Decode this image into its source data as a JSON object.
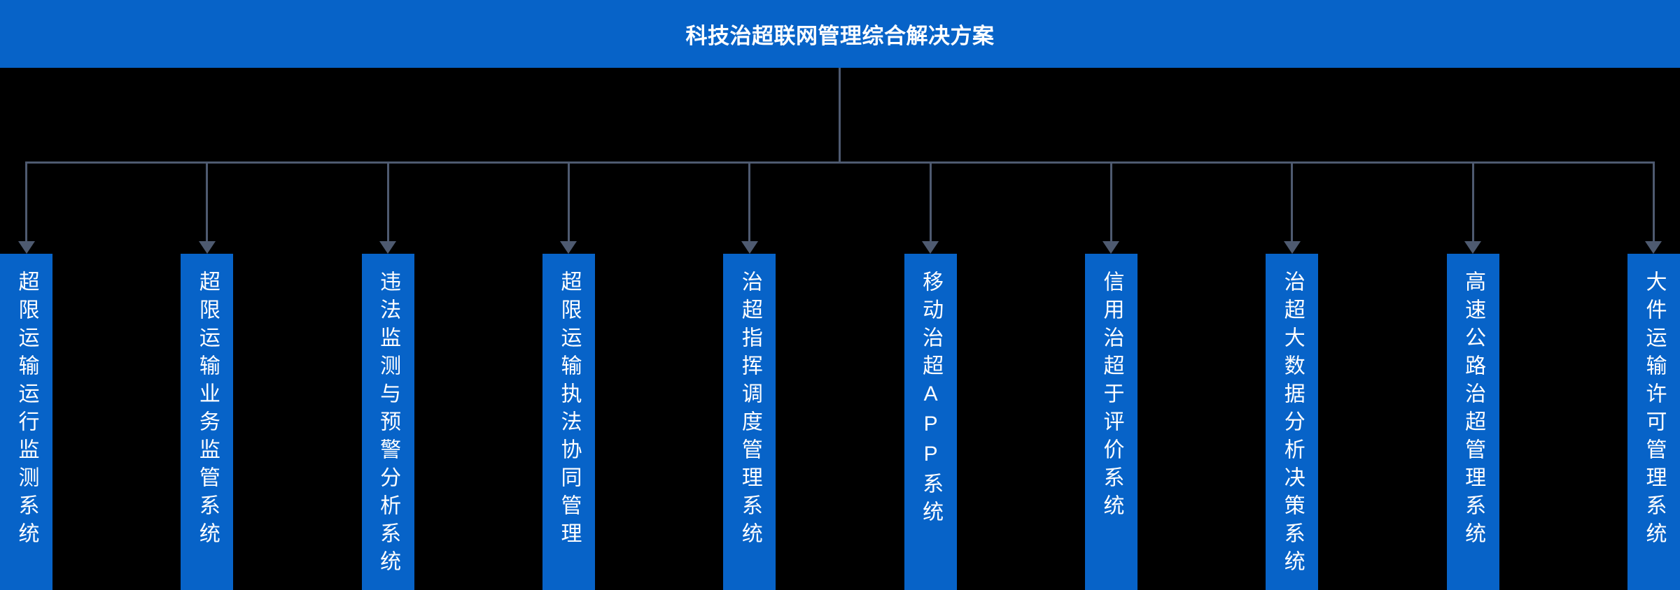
{
  "title": "科技治超联网管理综合解决方案",
  "colors": {
    "background": "#000000",
    "blue": "#0763c8",
    "connector": "#4e5a70",
    "text": "#ffffff"
  },
  "systems": [
    {
      "label": "超限运输运行监测系统"
    },
    {
      "label": "超限运输业务监管系统"
    },
    {
      "label": "违法监测与预警分析系统"
    },
    {
      "label": "超限运输执法协同管理"
    },
    {
      "label": "治超指挥调度管理系统"
    },
    {
      "label": "移动治超APP系统"
    },
    {
      "label": "信用治超于评价系统"
    },
    {
      "label": "治超大数据分析决策系统"
    },
    {
      "label": "高速公路治超管理系统"
    },
    {
      "label": "大件运输许可管理系统"
    }
  ]
}
